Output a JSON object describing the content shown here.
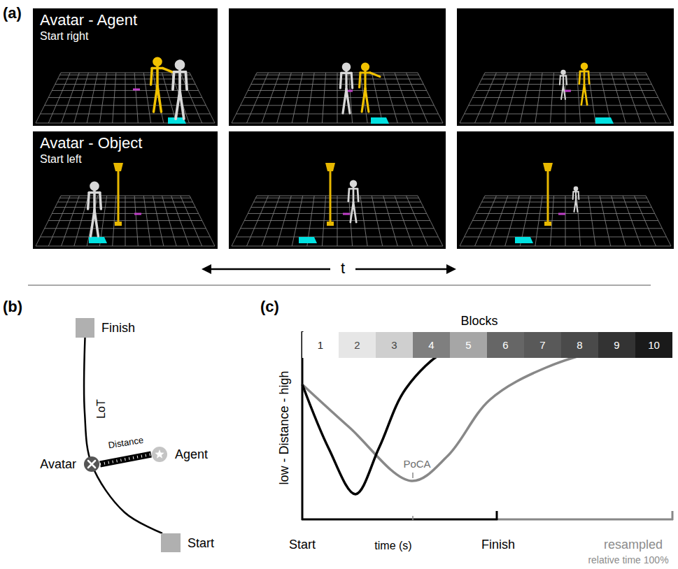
{
  "diagram": {
    "nodes": [
      {
        "text": [
          "Avatar - Agent",
          "Start right"
        ]
      },
      {
        "text": [
          "Avatar - Object",
          "Start left"
        ]
      },
      {
        "text": [
          "Finish"
        ]
      },
      {
        "text": [
          "Avatar"
        ]
      },
      {
        "text": [
          "Agent"
        ]
      },
      {
        "text": [
          "Start"
        ]
      },
      {
        "text": [
          "1"
        ]
      },
      {
        "text": [
          "2"
        ]
      },
      {
        "text": [
          "3"
        ]
      },
      {
        "text": [
          "4"
        ]
      },
      {
        "text": [
          "5"
        ]
      },
      {
        "text": [
          "6"
        ]
      },
      {
        "text": [
          "7"
        ]
      },
      {
        "text": [
          "8"
        ]
      },
      {
        "text": [
          "9"
        ]
      },
      {
        "text": [
          "10"
        ]
      }
    ],
    "edges": [
      {
        "from": 5,
        "to": 2,
        "arrow": "none",
        "label": "LoT"
      },
      {
        "from": 3,
        "to": 4,
        "arrow": "none",
        "label": "Distance"
      }
    ],
    "labels": [
      "(a)",
      "t",
      "(b)",
      "(c)",
      "Blocks",
      "low - Distance - high",
      "PoCA",
      "Start",
      "time (s)",
      "Finish",
      "resampled",
      "relative time 100%"
    ]
  }
}
